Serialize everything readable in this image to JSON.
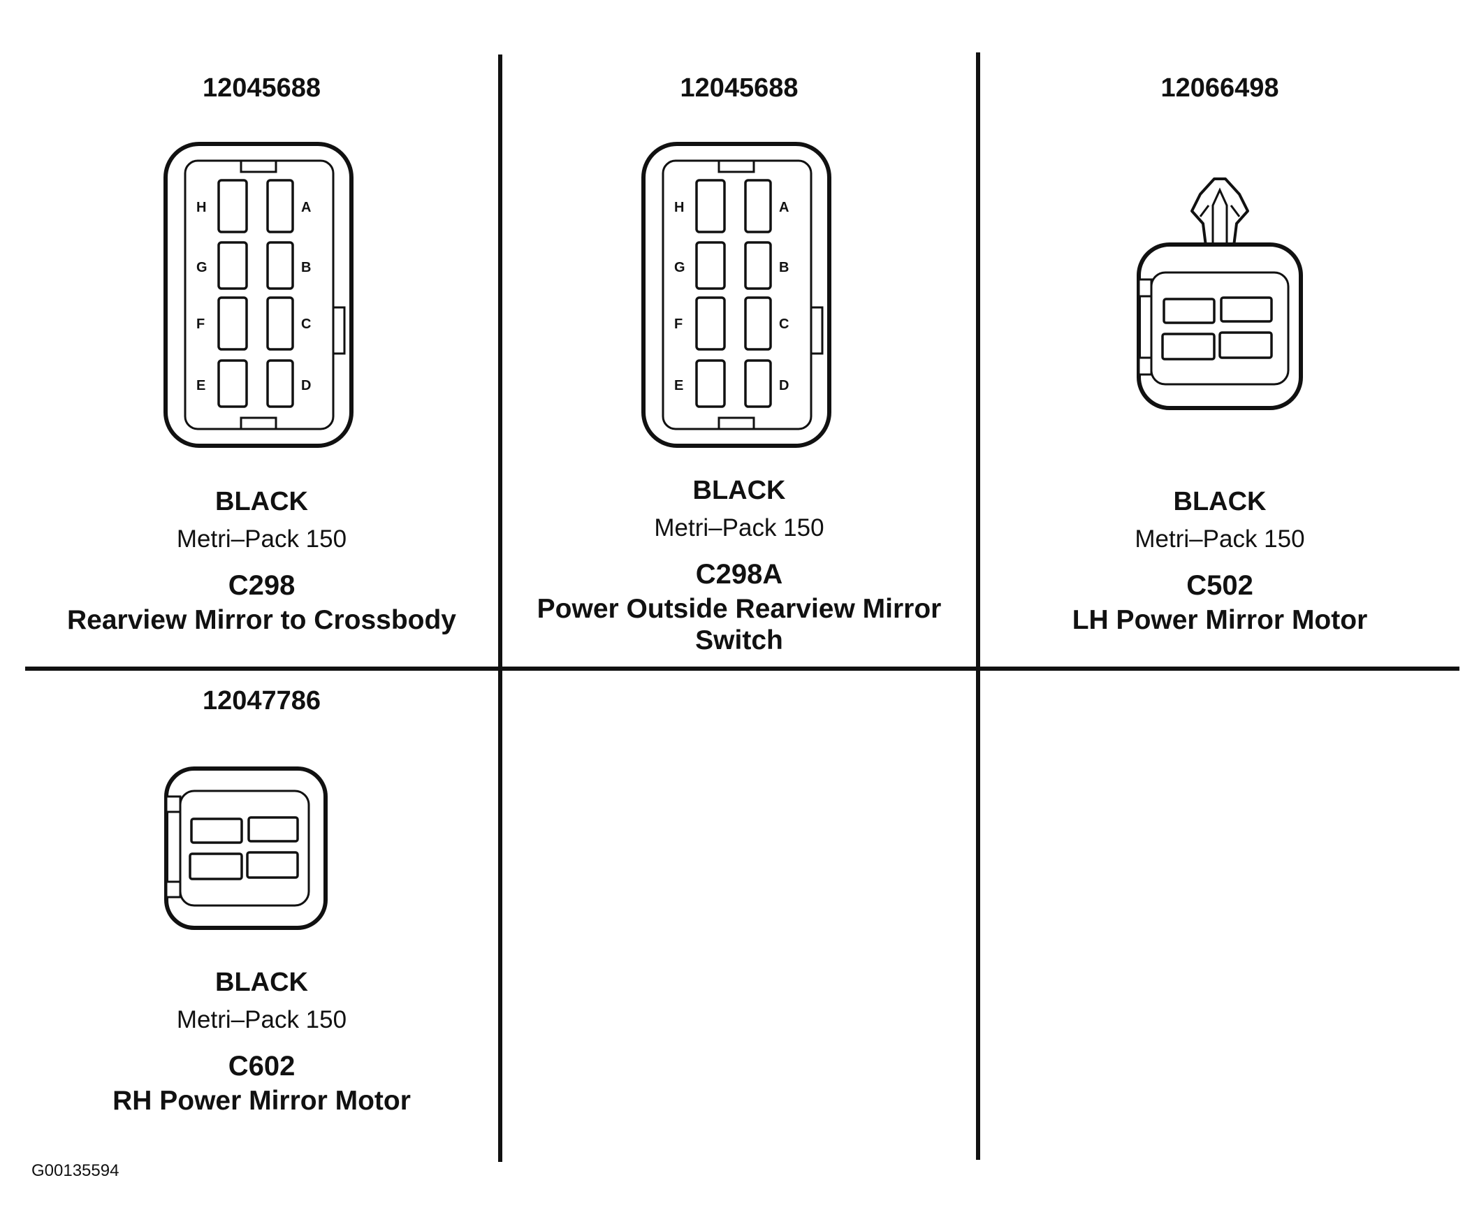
{
  "figure_id": "G00135594",
  "connectors": [
    {
      "part_number": "12045688",
      "color": "BLACK",
      "series": "Metri–Pack 150",
      "id": "C298",
      "description": "Rearview Mirror to Crossbody",
      "cavities": [
        "H",
        "A",
        "G",
        "B",
        "F",
        "C",
        "E",
        "D"
      ]
    },
    {
      "part_number": "12045688",
      "color": "BLACK",
      "series": "Metri–Pack 150",
      "id": "C298A",
      "description_line1": "Power Outside Rearview Mirror",
      "description_line2": "Switch",
      "cavities": [
        "H",
        "A",
        "G",
        "B",
        "F",
        "C",
        "E",
        "D"
      ]
    },
    {
      "part_number": "12066498",
      "color": "BLACK",
      "series": "Metri–Pack 150",
      "id": "C502",
      "description": "LH Power Mirror Motor"
    },
    {
      "part_number": "12047786",
      "color": "BLACK",
      "series": "Metri–Pack 150",
      "id": "C602",
      "description": "RH Power Mirror Motor"
    }
  ]
}
